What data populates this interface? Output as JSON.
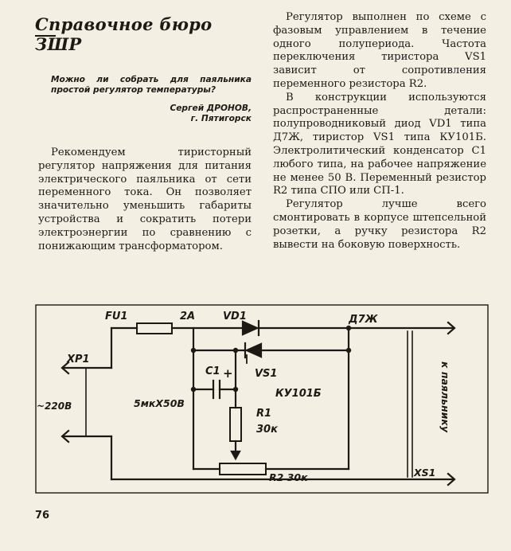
{
  "section_title": "Справочное бюро ЗШР",
  "question": "Можно ли собрать для паяльника простой регулятор температуры?",
  "author": {
    "name": "Сергей ДРОНОВ,",
    "city": "г. Пятигорск"
  },
  "left_column": {
    "paragraph_1": "Рекомендуем тиристорный регулятор напряжения для питания электрического паяльника от сети переменного тока. Он позволяет значительно уменьшить габариты устройства и сократить потери электроэнергии по сравнению с понижающим трансформатором."
  },
  "right_column": {
    "paragraph_1": "Регулятор выполнен по схеме с фазовым управлением в течение одного полупериода. Частота переключения тиристора VS1 зависит от сопротивления переменного резистора R2.",
    "paragraph_2": "В конструкции используются распространенные детали: полупроводниковый диод VD1 типа Д7Ж, тиристор VS1 типа КУ101Б. Электролитический конденсатор С1 любого типа, на рабочее напряжение не менее 50 В. Переменный резистор R2 типа СПО или СП-1.",
    "paragraph_3": "Регулятор лучше всего смонтировать в корпусе штепсельной розетки, а ручку резистора R2 вывести на боковую поверхность."
  },
  "schematic": {
    "fuse_label": "FU1",
    "fuse_rating": "2A",
    "diode_label": "VD1",
    "diode_type": "Д7Ж",
    "plug_label": "XP1",
    "voltage_label": "~220В",
    "capacitor_label": "C1",
    "capacitor_polarity": "+",
    "capacitor_value": "5мкХ50В",
    "thyristor_label": "VS1",
    "thyristor_type": "КУ101Б",
    "r1_label": "R1",
    "r1_value": "30к",
    "r2_label": "R2 30к",
    "socket_label": "XS1",
    "load_label": "к паяльнику"
  },
  "page_number": "76"
}
